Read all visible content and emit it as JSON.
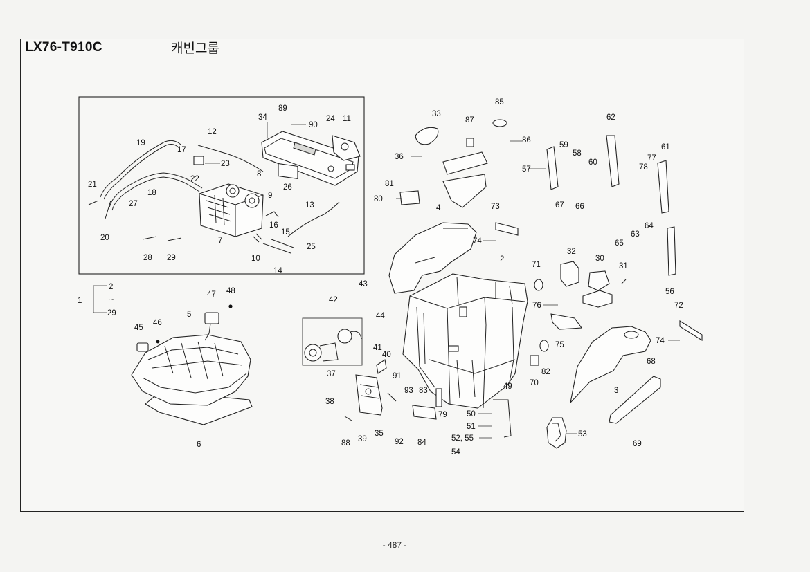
{
  "header": {
    "model_code": "LX76-T910C",
    "group_name": "캐빈그룹"
  },
  "footer": {
    "page_number": "- 487 -"
  },
  "part_callouts": [
    {
      "id": "c1",
      "number": "1"
    },
    {
      "id": "c2",
      "number": "2"
    },
    {
      "id": "c2b",
      "number": "2"
    },
    {
      "id": "c29",
      "number": "29"
    },
    {
      "id": "c29b",
      "number": "29"
    },
    {
      "id": "c3",
      "number": "3"
    },
    {
      "id": "c4",
      "number": "4"
    },
    {
      "id": "c5",
      "number": "5"
    },
    {
      "id": "c6",
      "number": "6"
    },
    {
      "id": "c7",
      "number": "7"
    },
    {
      "id": "c8",
      "number": "8"
    },
    {
      "id": "c9",
      "number": "9"
    },
    {
      "id": "c10",
      "number": "10"
    },
    {
      "id": "c11",
      "number": "11"
    },
    {
      "id": "c12",
      "number": "12"
    },
    {
      "id": "c13",
      "number": "13"
    },
    {
      "id": "c14",
      "number": "14"
    },
    {
      "id": "c15",
      "number": "15"
    },
    {
      "id": "c16",
      "number": "16"
    },
    {
      "id": "c17",
      "number": "17"
    },
    {
      "id": "c18",
      "number": "18"
    },
    {
      "id": "c19",
      "number": "19"
    },
    {
      "id": "c20",
      "number": "20"
    },
    {
      "id": "c21",
      "number": "21"
    },
    {
      "id": "c22",
      "number": "22"
    },
    {
      "id": "c23",
      "number": "23"
    },
    {
      "id": "c24",
      "number": "24"
    },
    {
      "id": "c25",
      "number": "25"
    },
    {
      "id": "c26",
      "number": "26"
    },
    {
      "id": "c27",
      "number": "27"
    },
    {
      "id": "c28",
      "number": "28"
    },
    {
      "id": "c30",
      "number": "30"
    },
    {
      "id": "c31",
      "number": "31"
    },
    {
      "id": "c32",
      "number": "32"
    },
    {
      "id": "c33",
      "number": "33"
    },
    {
      "id": "c34",
      "number": "34"
    },
    {
      "id": "c35",
      "number": "35"
    },
    {
      "id": "c36",
      "number": "36"
    },
    {
      "id": "c37",
      "number": "37"
    },
    {
      "id": "c38",
      "number": "38"
    },
    {
      "id": "c39",
      "number": "39"
    },
    {
      "id": "c40",
      "number": "40"
    },
    {
      "id": "c41",
      "number": "41"
    },
    {
      "id": "c42",
      "number": "42"
    },
    {
      "id": "c43",
      "number": "43"
    },
    {
      "id": "c44",
      "number": "44"
    },
    {
      "id": "c45",
      "number": "45"
    },
    {
      "id": "c46",
      "number": "46"
    },
    {
      "id": "c47",
      "number": "47"
    },
    {
      "id": "c48",
      "number": "48"
    },
    {
      "id": "c49",
      "number": "49"
    },
    {
      "id": "c50",
      "number": "50"
    },
    {
      "id": "c51",
      "number": "51"
    },
    {
      "id": "c5255",
      "number": "52, 55"
    },
    {
      "id": "c53",
      "number": "53"
    },
    {
      "id": "c54",
      "number": "54"
    },
    {
      "id": "c56",
      "number": "56"
    },
    {
      "id": "c57",
      "number": "57"
    },
    {
      "id": "c58",
      "number": "58"
    },
    {
      "id": "c59",
      "number": "59"
    },
    {
      "id": "c60",
      "number": "60"
    },
    {
      "id": "c61",
      "number": "61"
    },
    {
      "id": "c62",
      "number": "62"
    },
    {
      "id": "c63",
      "number": "63"
    },
    {
      "id": "c64",
      "number": "64"
    },
    {
      "id": "c65",
      "number": "65"
    },
    {
      "id": "c66",
      "number": "66"
    },
    {
      "id": "c67",
      "number": "67"
    },
    {
      "id": "c68",
      "number": "68"
    },
    {
      "id": "c69",
      "number": "69"
    },
    {
      "id": "c70",
      "number": "70"
    },
    {
      "id": "c71",
      "number": "71"
    },
    {
      "id": "c72",
      "number": "72"
    },
    {
      "id": "c73",
      "number": "73"
    },
    {
      "id": "c74a",
      "number": "74"
    },
    {
      "id": "c74b",
      "number": "74"
    },
    {
      "id": "c75",
      "number": "75"
    },
    {
      "id": "c76",
      "number": "76"
    },
    {
      "id": "c77",
      "number": "77"
    },
    {
      "id": "c78",
      "number": "78"
    },
    {
      "id": "c79",
      "number": "79"
    },
    {
      "id": "c80",
      "number": "80"
    },
    {
      "id": "c81",
      "number": "81"
    },
    {
      "id": "c82",
      "number": "82"
    },
    {
      "id": "c83",
      "number": "83"
    },
    {
      "id": "c84",
      "number": "84"
    },
    {
      "id": "c85",
      "number": "85"
    },
    {
      "id": "c86",
      "number": "86"
    },
    {
      "id": "c87",
      "number": "87"
    },
    {
      "id": "c88",
      "number": "88"
    },
    {
      "id": "c89",
      "number": "89"
    },
    {
      "id": "c90",
      "number": "90"
    },
    {
      "id": "c91",
      "number": "91"
    },
    {
      "id": "c92",
      "number": "92"
    },
    {
      "id": "c93",
      "number": "93"
    },
    {
      "id": "ctilde",
      "number": "~"
    }
  ]
}
